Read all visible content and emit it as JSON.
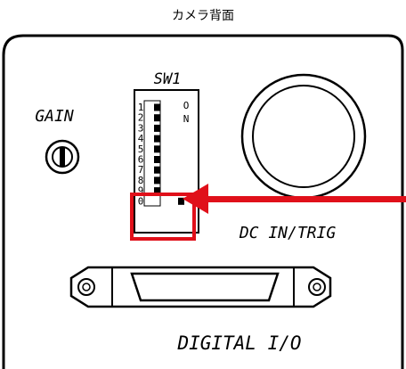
{
  "title": "カメラ背面",
  "labels": {
    "switch_name": "SW1",
    "gain": "GAIN",
    "dc_in": "DC IN/TRIG",
    "digital_io": "DIGITAL I/O"
  },
  "dip_switch": {
    "on_text": [
      "O",
      "N"
    ],
    "positions": [
      {
        "num": "1",
        "state": "on"
      },
      {
        "num": "2",
        "state": "on"
      },
      {
        "num": "3",
        "state": "on"
      },
      {
        "num": "4",
        "state": "on"
      },
      {
        "num": "5",
        "state": "on"
      },
      {
        "num": "6",
        "state": "on"
      },
      {
        "num": "7",
        "state": "on"
      },
      {
        "num": "8",
        "state": "on"
      },
      {
        "num": "9",
        "state": "on"
      },
      {
        "num": "0",
        "state": "off"
      }
    ]
  },
  "colors": {
    "highlight": "#e0101a",
    "line": "#000000"
  }
}
